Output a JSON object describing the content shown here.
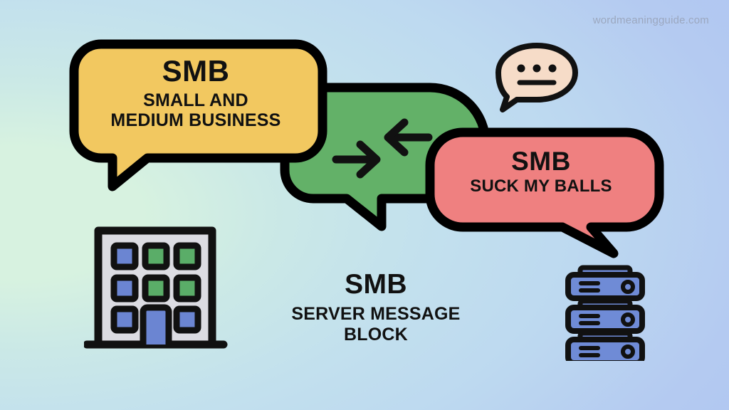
{
  "page": {
    "watermark": "wordmeaningguide.com",
    "background_gradient_from": "#d7f2e0",
    "background_gradient_to": "#aec5f2"
  },
  "bubbles": [
    {
      "id": "yellow",
      "name": "small-and-medium-business",
      "fill": "#f2c860",
      "stroke": "#000000",
      "title": "SMB",
      "subtitle_lines": [
        "SMALL AND",
        "MEDIUM BUSINESS"
      ],
      "tail": "bottom-left"
    },
    {
      "id": "green",
      "name": "message-exchange",
      "fill": "#63b168",
      "stroke": "#000000",
      "title": "",
      "subtitle_lines": [],
      "icon": "arrows-exchange-icon",
      "tail": "bottom-left"
    },
    {
      "id": "red",
      "name": "suck-my-balls",
      "fill": "#ef8080",
      "stroke": "#000000",
      "title": "SMB",
      "subtitle_lines": [
        "SUCK MY BALLS"
      ],
      "tail": "bottom-right"
    }
  ],
  "caption": {
    "title": "SMB",
    "lines": [
      "SERVER MESSAGE",
      "BLOCK"
    ]
  },
  "icons": {
    "building": {
      "name": "office-building-icon",
      "body_color": "#dcdce2",
      "outline": "#111111",
      "window_blue": "#6b85d2",
      "window_green": "#5aad68",
      "door_color": "#6b85d2",
      "window_rows": [
        [
          "blue",
          "green",
          "green"
        ],
        [
          "blue",
          "green",
          "green"
        ],
        [
          "blue",
          "door",
          "blue"
        ]
      ]
    },
    "server": {
      "name": "server-stack-icon",
      "unit_color": "#6f8bd6",
      "outline": "#111111",
      "units": 3
    },
    "message_bubble": {
      "name": "chat-message-icon",
      "fill": "#f6dcc8",
      "outline": "#111111",
      "dots": 3,
      "has_line": true
    }
  }
}
